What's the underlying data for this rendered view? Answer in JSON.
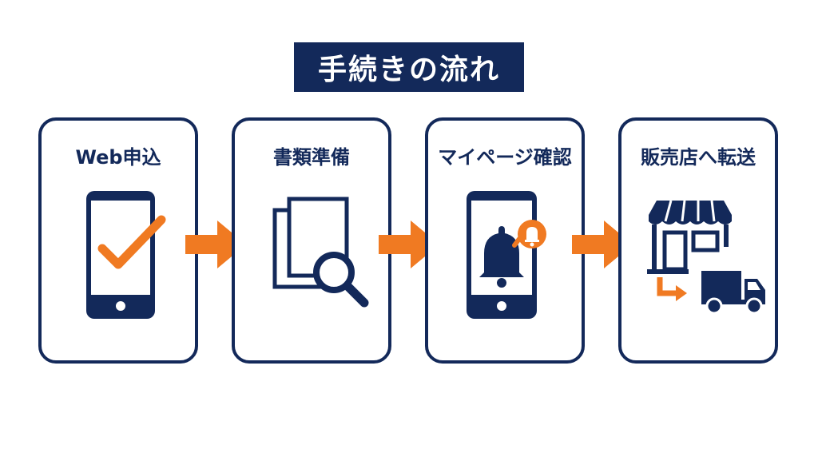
{
  "title": "手続きの流れ",
  "steps": [
    {
      "label": "Web申込",
      "icon": "smartphone-check-icon"
    },
    {
      "label": "書類準備",
      "icon": "document-search-icon"
    },
    {
      "label": "マイページ確認",
      "icon": "smartphone-notification-icon"
    },
    {
      "label": "販売店へ転送",
      "icon": "store-truck-icon"
    }
  ],
  "colors": {
    "navy": "#13295a",
    "orange": "#f07a22",
    "white": "#ffffff"
  }
}
